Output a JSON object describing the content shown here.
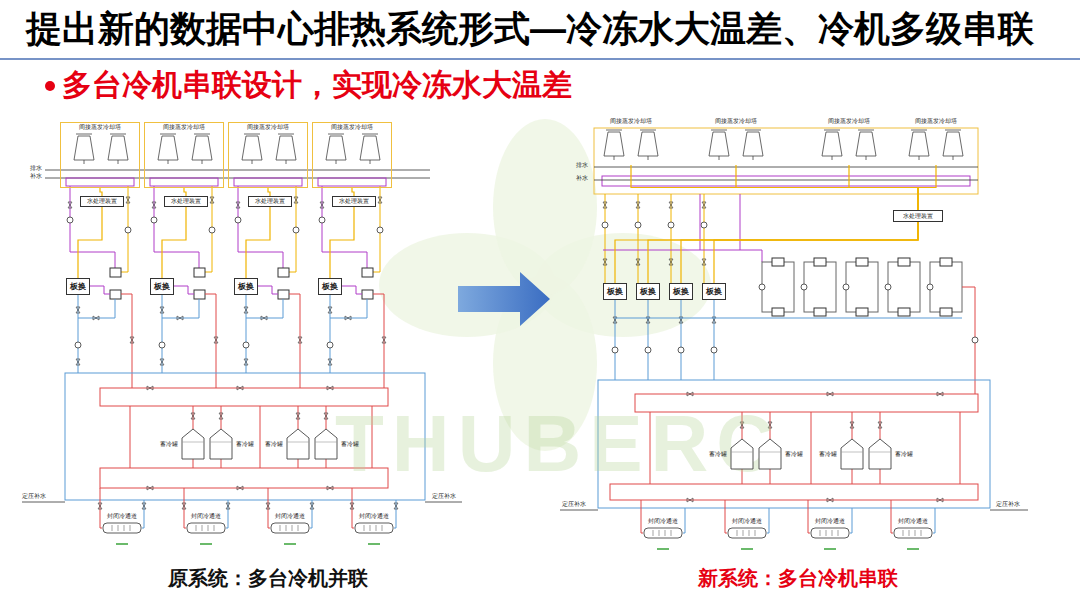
{
  "diagram": {
    "title": "提出新的数据中心排热系统形式—冷冻水大温差、冷机多级串联",
    "nodes": [
      {
        "text": [
          "间接蒸发冷却塔"
        ]
      },
      {
        "text": [
          "间接蒸发冷却塔"
        ]
      },
      {
        "text": [
          "间接蒸发冷却塔"
        ]
      },
      {
        "text": [
          "间接蒸发冷却塔"
        ]
      },
      {
        "text": [
          "水处理装置"
        ]
      },
      {
        "text": [
          "水处理装置"
        ]
      },
      {
        "text": [
          "水处理装置"
        ]
      },
      {
        "text": [
          "水处理装置"
        ]
      },
      {
        "text": [
          "板换"
        ]
      },
      {
        "text": [
          "板换"
        ]
      },
      {
        "text": [
          "板换"
        ]
      },
      {
        "text": [
          "板换"
        ]
      },
      {
        "text": [
          "蓄冷罐"
        ]
      },
      {
        "text": [
          "蓄冷罐"
        ]
      },
      {
        "text": [
          "蓄冷罐"
        ]
      },
      {
        "text": [
          "蓄冷罐"
        ]
      },
      {
        "text": [
          "封闭冷通道"
        ]
      },
      {
        "text": [
          "封闭冷通道"
        ]
      },
      {
        "text": [
          "封闭冷通道"
        ]
      },
      {
        "text": [
          "封闭冷通道"
        ]
      },
      {
        "text": [
          "间接蒸发冷却塔"
        ]
      },
      {
        "text": [
          "间接蒸发冷却塔"
        ]
      },
      {
        "text": [
          "间接蒸发冷却塔"
        ]
      },
      {
        "text": [
          "间接蒸发冷却塔"
        ]
      },
      {
        "text": [
          "水处理装置"
        ]
      },
      {
        "text": [
          "板换"
        ]
      },
      {
        "text": [
          "板换"
        ]
      },
      {
        "text": [
          "板换"
        ]
      },
      {
        "text": [
          "板换"
        ]
      },
      {
        "text": [
          "蓄冷罐"
        ]
      },
      {
        "text": [
          "蓄冷罐"
        ]
      },
      {
        "text": [
          "蓄冷罐"
        ]
      },
      {
        "text": [
          "蓄冷罐"
        ]
      },
      {
        "text": [
          "封闭冷通道"
        ]
      },
      {
        "text": [
          "封闭冷通道"
        ]
      },
      {
        "text": [
          "封闭冷通道"
        ]
      },
      {
        "text": [
          "封闭冷通道"
        ]
      }
    ],
    "edges": [
      {
        "from": 0,
        "to": 4,
        "arrow": "none"
      },
      {
        "from": 4,
        "to": 8,
        "arrow": "none"
      },
      {
        "from": 1,
        "to": 5,
        "arrow": "none"
      },
      {
        "from": 5,
        "to": 9,
        "arrow": "none"
      },
      {
        "from": 2,
        "to": 6,
        "arrow": "none"
      },
      {
        "from": 6,
        "to": 10,
        "arrow": "none"
      },
      {
        "from": 3,
        "to": 7,
        "arrow": "none"
      },
      {
        "from": 7,
        "to": 11,
        "arrow": "none"
      },
      {
        "from": 20,
        "to": 24,
        "arrow": "none"
      },
      {
        "from": 21,
        "to": 24,
        "arrow": "none"
      },
      {
        "from": 22,
        "to": 24,
        "arrow": "none"
      },
      {
        "from": 23,
        "to": 24,
        "arrow": "none"
      },
      {
        "from": 24,
        "to": 25,
        "arrow": "none"
      },
      {
        "from": 24,
        "to": 26,
        "arrow": "none"
      },
      {
        "from": 24,
        "to": 27,
        "arrow": "none"
      },
      {
        "from": 24,
        "to": 28,
        "arrow": "none"
      }
    ],
    "labels": [
      "多台冷机串联设计，实现冷冻水大温差",
      "排水",
      "补水",
      "定压补水",
      "定压补水",
      "原系统：多台冷机并联",
      "排水",
      "补水",
      "定压补水",
      "定压补水",
      "新系统：多台冷机串联",
      "THUBERC"
    ]
  }
}
